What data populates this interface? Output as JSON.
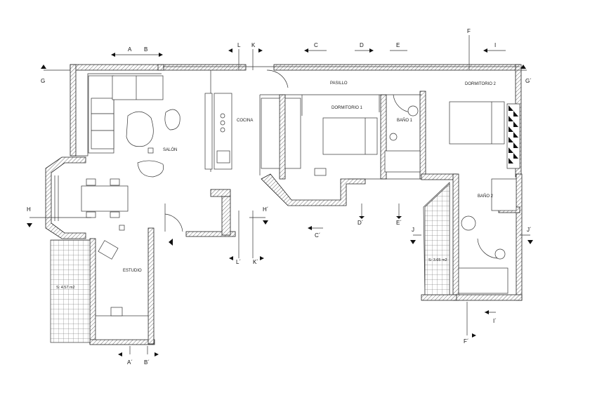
{
  "plan": {
    "rooms": {
      "pasillo": "PASILLO",
      "dormitorio2": "DORMITORIO 2",
      "dormitorio1": "DORMITORIO 1",
      "cocina": "COCINA",
      "salon": "SALÓN",
      "bano1": "BAÑO 1",
      "bano2": "BAÑO 2",
      "estudio": "ESTUDIO"
    },
    "terraces": {
      "left_area": "S: 4.57 m2",
      "right_area": "S: 3.65 m2"
    },
    "sections": {
      "A": "A",
      "B": "B",
      "L": "L",
      "K": "K",
      "C": "C",
      "D": "D",
      "E": "E",
      "F": "F",
      "I": "I",
      "G": "G",
      "G2": "G´",
      "H": "H",
      "H2": "H´",
      "C2": "C´",
      "D2": "D´",
      "E2": "E´",
      "J": "J",
      "J2": "J´",
      "L2": "L´",
      "K2": "K´",
      "A2": "A´",
      "B2": "B´",
      "F2": "F´",
      "I2": "I´"
    },
    "colors": {
      "line": "#333333",
      "background": "#ffffff"
    }
  }
}
